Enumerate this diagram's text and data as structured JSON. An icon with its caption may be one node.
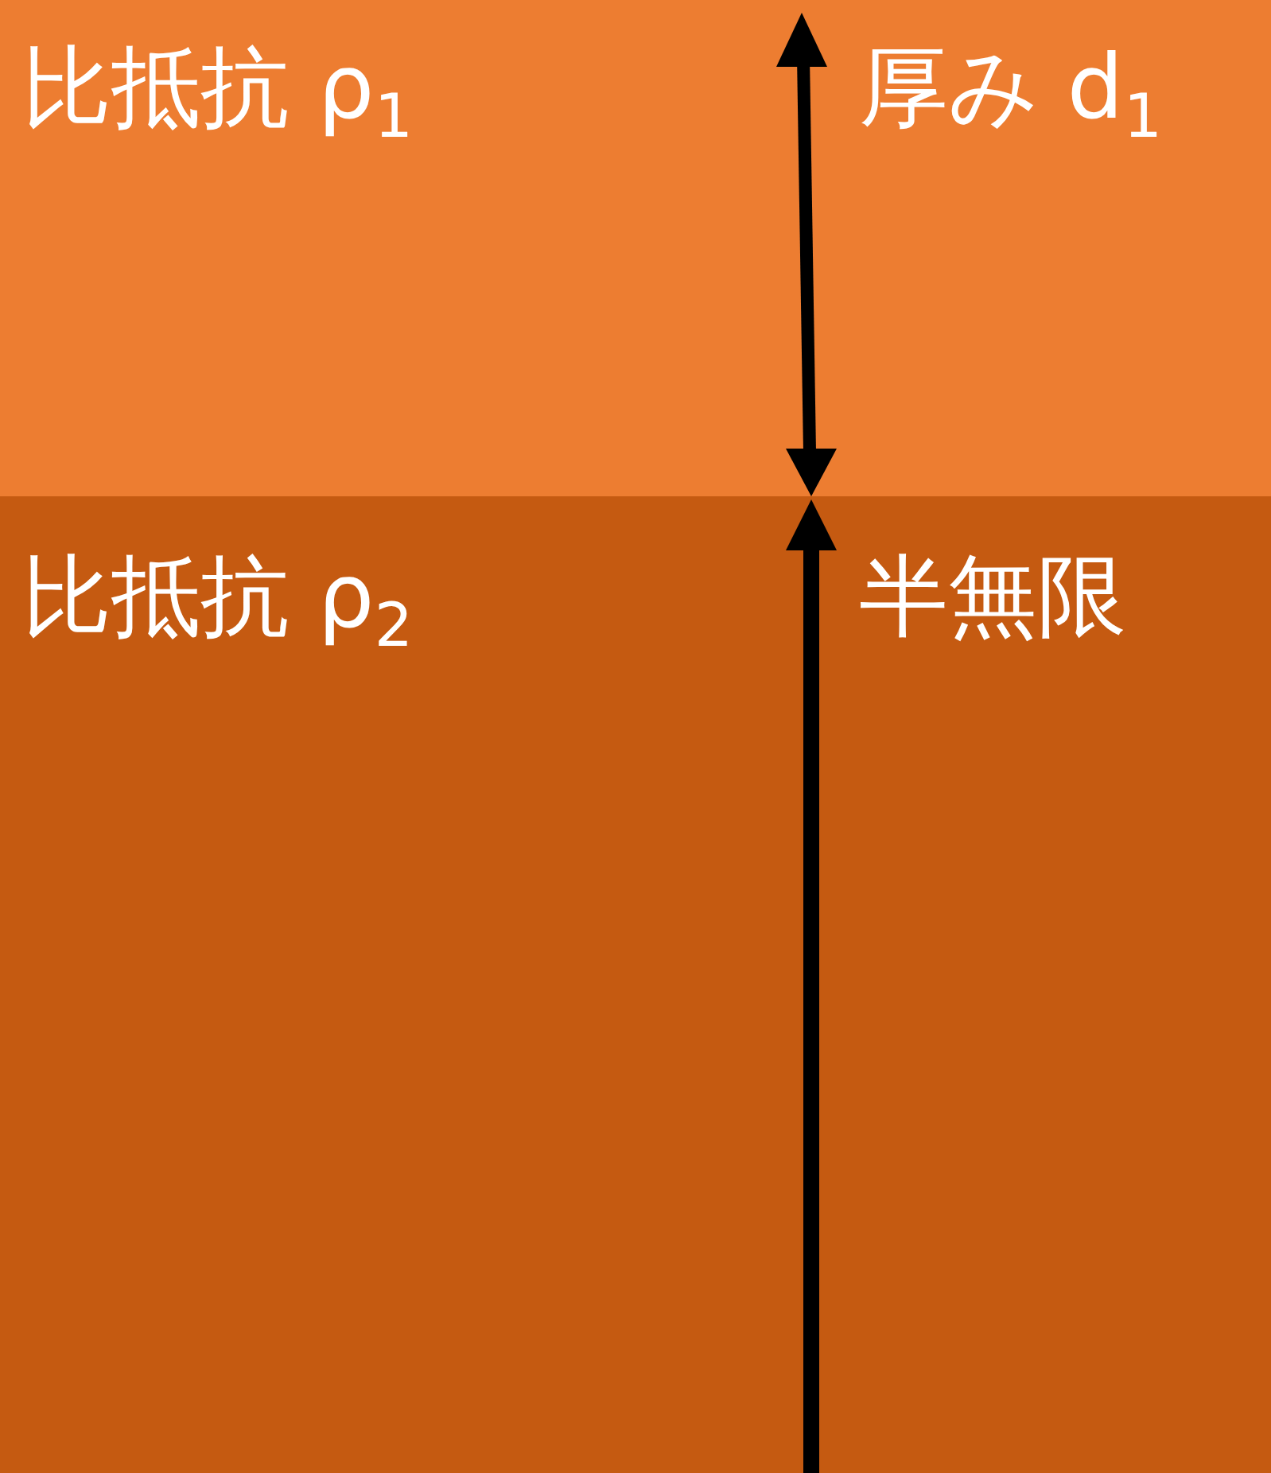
{
  "diagram": {
    "nodes": [
      {
        "text": [
          "比抵抗 ρ$_{1}$",
          "厚み d$_{1}$"
        ]
      },
      {
        "text": [
          "比抵抗 ρ$_{2}$",
          "半無限"
        ]
      }
    ]
  }
}
